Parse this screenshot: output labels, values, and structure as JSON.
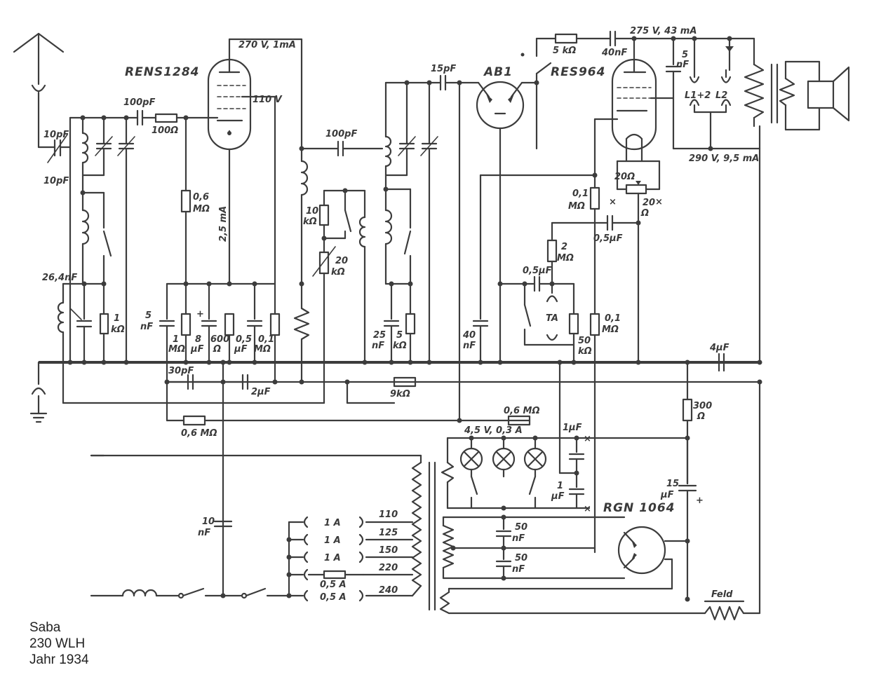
{
  "caption": {
    "manufacturer": "Saba",
    "model": "230 WLH",
    "year": "Jahr 1934"
  },
  "tubes": [
    {
      "id": "v1",
      "name": "RENS1284"
    },
    {
      "id": "v2",
      "name": "AB1"
    },
    {
      "id": "v3",
      "name": "RES964"
    },
    {
      "id": "v4",
      "name": "RGN 1064"
    }
  ],
  "labels": {
    "c10pf_a": "10pF",
    "c10pf_b": "10pF",
    "c100pf_1": "100pF",
    "r100": "100Ω",
    "v270": "270 V, 1mA",
    "v110": "110 V",
    "r06m_1a": "0,6",
    "r06m_1b": "MΩ",
    "i25ma": "2,5 mA",
    "c264nf": "26,4nF",
    "r1k_1a": "1",
    "r1k_1b": "kΩ",
    "c5nf_a": "5",
    "c5nf_b": "nF",
    "r1m_a": "1",
    "r1m_b": "MΩ",
    "c8uf_a": "8",
    "c8uf_b": "µF",
    "r600_a": "600",
    "r600_b": "Ω",
    "c05uf_a": "0,5",
    "c05uf_b": "µF",
    "r01m_1a": "0,1",
    "r01m_1b": "MΩ",
    "c100pf_2": "100pF",
    "r10k_a": "10",
    "r10k_b": "kΩ",
    "r20k_a": "20",
    "r20k_b": "kΩ",
    "c15pf": "15pF",
    "c25nf_a": "25",
    "c25nf_b": "nF",
    "r5k_a": "5",
    "r5k_b": "kΩ",
    "c40nf_a": "40",
    "c40nf_b": "nF",
    "r5k_top": "5 kΩ",
    "c40nf_top": "40nF",
    "v275": "275 V, 43 mA",
    "c5nf2_a": "5",
    "c5nf2_b": "nF",
    "l12": "L1+2",
    "l2": "L2",
    "v290": "290 V, 9,5 mA",
    "r20_1": "20Ω",
    "r20_2a": "20",
    "r20_2b": "Ω",
    "r01m_2a": "0,1",
    "r01m_2b": "MΩ",
    "c05uf_2": "0,5µF",
    "r2m_a": "2",
    "r2m_b": "MΩ",
    "c05uf_3": "0,5µF",
    "ta": "TA",
    "r50k_a": "50",
    "r50k_b": "kΩ",
    "r01m_3a": "0,1",
    "r01m_3b": "MΩ",
    "c4uf": "4µF",
    "c30pf": "30pF",
    "c2uf": "2µF",
    "r9k": "9kΩ",
    "r06m_2": "0,6 MΩ",
    "r06m_3": "0,6 MΩ",
    "r300_a": "300",
    "r300_b": "Ω",
    "lamps": "4,5 V, 0,3 A",
    "c1uf_a": "1µF",
    "c1uf_b1": "1",
    "c1uf_b2": "µF",
    "c15uf_a": "15",
    "c15uf_b": "µF",
    "c10nf_a": "10",
    "c10nf_b": "nF",
    "f1": "1 A",
    "f2": "1 A",
    "f3": "1 A",
    "f4": "0,5 A",
    "f5": "0,5 A",
    "tap110": "110",
    "tap125": "125",
    "tap150": "150",
    "tap220": "220",
    "tap240": "240",
    "c50nf_1a": "50",
    "c50nf_1b": "nF",
    "c50nf_2a": "50",
    "c50nf_2b": "nF",
    "feld": "Feld",
    "plus1": "+",
    "plus2": "+",
    "x1": "×",
    "x2": "×",
    "x3": "×",
    "x4": "×"
  }
}
